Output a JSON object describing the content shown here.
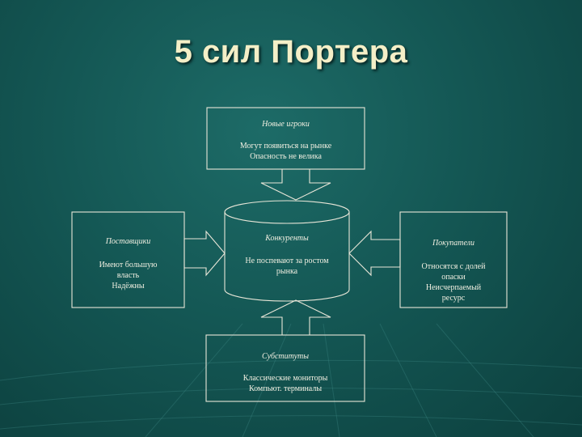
{
  "slide": {
    "title": "5 сил Портера"
  },
  "diagram": {
    "new_players": {
      "heading": "Новые игроки",
      "lines": [
        "Могут появиться на рынке",
        "Опасность не велика"
      ]
    },
    "suppliers": {
      "heading": "Поставщики",
      "lines": [
        "Имеют большую",
        "власть",
        "Надёжны"
      ]
    },
    "competitors": {
      "heading": "Конкуренты",
      "lines": [
        "Не поспевают за ростом",
        "рынка"
      ]
    },
    "buyers": {
      "heading": "Покупатели",
      "lines": [
        "Относятся с долей",
        "опаски",
        "Неисчерпаемый",
        "ресурс"
      ]
    },
    "substitutes": {
      "heading": "Субституты",
      "lines": [
        "Классические мониторы",
        "Компьют. терминалы"
      ]
    }
  },
  "colors": {
    "background": "#145754",
    "stroke": "#e8e6d8",
    "title": "#f4efc7"
  }
}
